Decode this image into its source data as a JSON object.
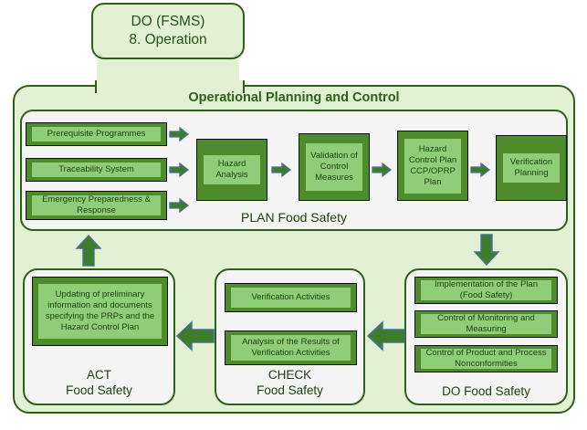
{
  "top_box": {
    "line1": "DO (FSMS)",
    "line2": "8. Operation"
  },
  "container": {
    "title": "Operational Planning and Control"
  },
  "plan_section": {
    "label": "PLAN Food Safety",
    "inputs": [
      {
        "label": "Prerequisite Programmes"
      },
      {
        "label": "Traceability System"
      },
      {
        "label": "Emergency Preparedness & Response"
      }
    ],
    "steps": [
      {
        "label": "Hazard Analysis"
      },
      {
        "label": "Validation of Control Measures"
      },
      {
        "label": "Hazard Control Plan CCP/OPRP Plan"
      },
      {
        "label": "Verification Planning"
      }
    ]
  },
  "act_section": {
    "caption_line1": "ACT",
    "caption_line2": "Food Safety",
    "items": [
      {
        "label": "Updating of preliminary information and documents specifying the PRPs and the Hazard Control Plan"
      }
    ]
  },
  "check_section": {
    "caption_line1": "CHECK",
    "caption_line2": "Food Safety",
    "items": [
      {
        "label": "Verification Activities"
      },
      {
        "label": "Analysis of the Results of Verification Activities"
      }
    ]
  },
  "do_section": {
    "caption_line1": "DO Food Safety",
    "items": [
      {
        "label": "Implementation of the Plan (Food Safety)"
      },
      {
        "label": "Control of Monitoring and Measuring"
      },
      {
        "label": "Control of Product and Process  Nonconformities"
      }
    ]
  },
  "colors": {
    "pale_green": "#e2f0d4",
    "dark_green_border": "#2d6018",
    "mid_green": "#4e8c2b",
    "light_green": "#8fce79",
    "panel_gray": "#f4f4f4",
    "arrow_fill": "#3c7d2c",
    "arrow_stroke": "#4a6f93",
    "text_green": "#1f4010"
  }
}
